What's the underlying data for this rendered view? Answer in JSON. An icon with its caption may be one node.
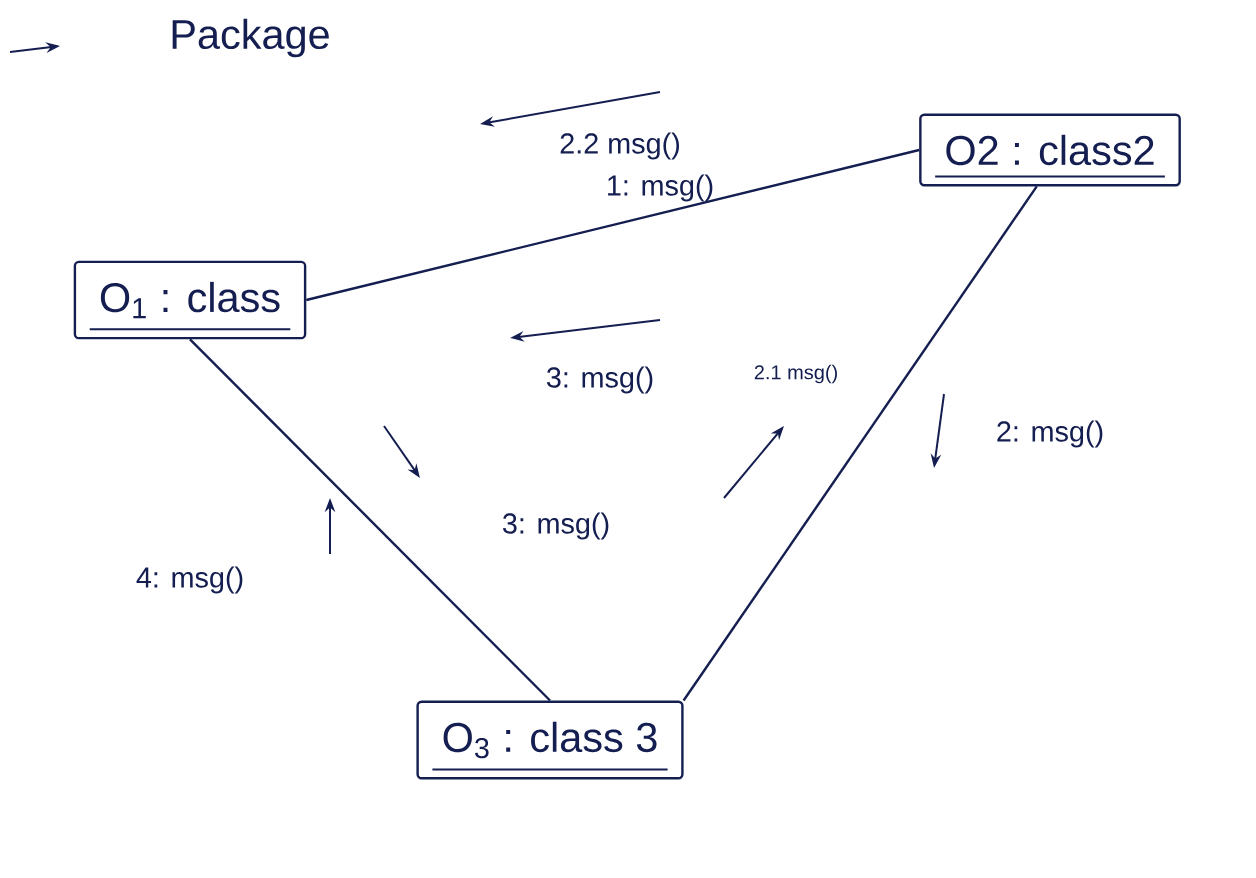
{
  "diagram": {
    "nodes": [
      {
        "text": [
          "O$_{1}$ : class"
        ]
      },
      {
        "text": [
          "O2 : class2"
        ]
      },
      {
        "text": [
          "O$_{3}$ : class 3"
        ]
      }
    ],
    "edges": [
      {
        "from": 0,
        "to": 1,
        "arrow": "none"
      },
      {
        "from": 0,
        "to": 2,
        "arrow": "none"
      },
      {
        "from": 1,
        "to": 2,
        "arrow": "none"
      }
    ],
    "labels": [
      "Package",
      "2.2 msg()",
      "1: msg()",
      "3: msg()",
      "2.1 msg()",
      "2: msg()",
      "4: msg()",
      "3: msg()"
    ]
  }
}
